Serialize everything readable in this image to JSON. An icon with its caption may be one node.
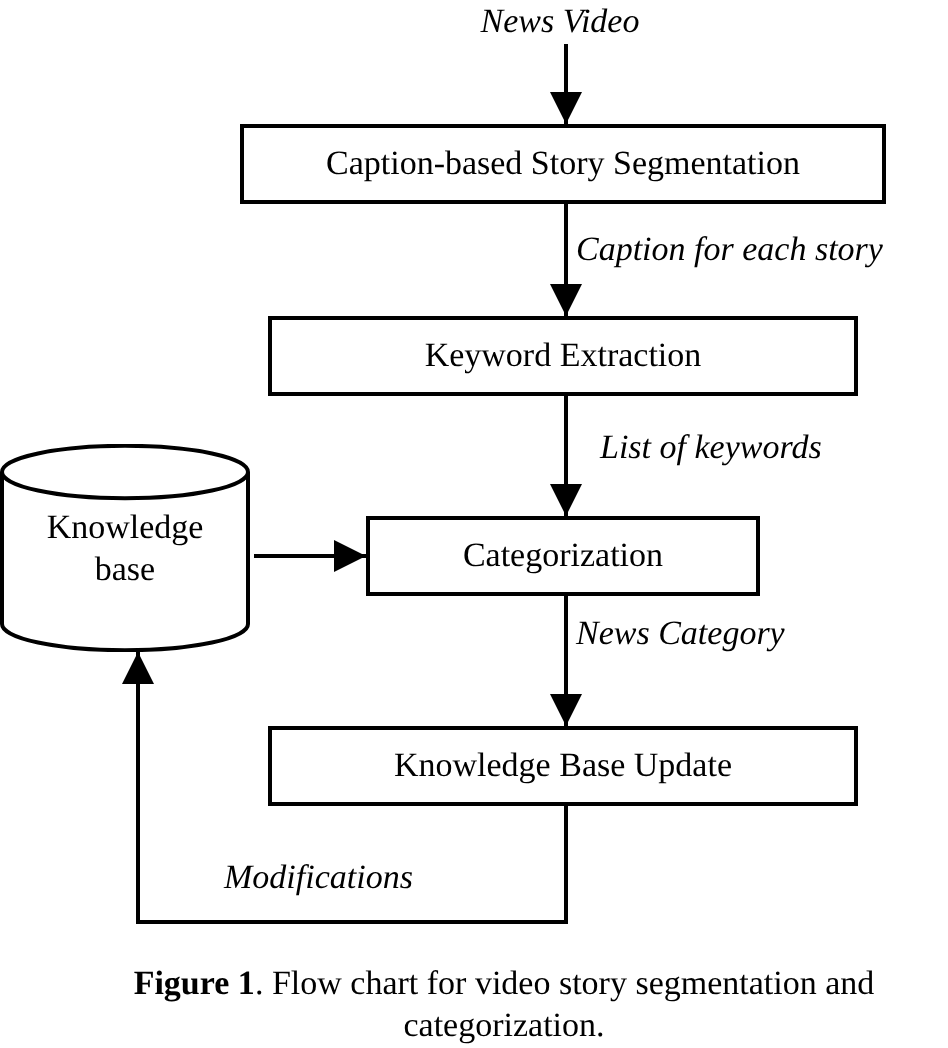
{
  "diagram": {
    "caption": "**Figure 1**. Flow chart for video story segmentation and categorization.",
    "nodes": [
      {
        "text": [
          "News Video"
        ]
      },
      {
        "text": [
          "Caption-based Story Segmentation"
        ]
      },
      {
        "text": [
          "Keyword Extraction"
        ]
      },
      {
        "text": [
          "Knowledge base"
        ]
      },
      {
        "text": [
          "Categorization"
        ]
      },
      {
        "text": [
          "Knowledge Base Update"
        ]
      }
    ],
    "edges": [
      {
        "from": 0,
        "to": 1,
        "arrow": "to"
      },
      {
        "from": 1,
        "to": 2,
        "arrow": "to",
        "label": "Caption for each story"
      },
      {
        "from": 2,
        "to": 4,
        "arrow": "to",
        "label": "List of keywords"
      },
      {
        "from": 3,
        "to": 4,
        "arrow": "to"
      },
      {
        "from": 4,
        "to": 5,
        "arrow": "to",
        "label": "News Category"
      },
      {
        "from": 5,
        "to": 3,
        "arrow": "to",
        "label": "Modifications"
      }
    ]
  }
}
